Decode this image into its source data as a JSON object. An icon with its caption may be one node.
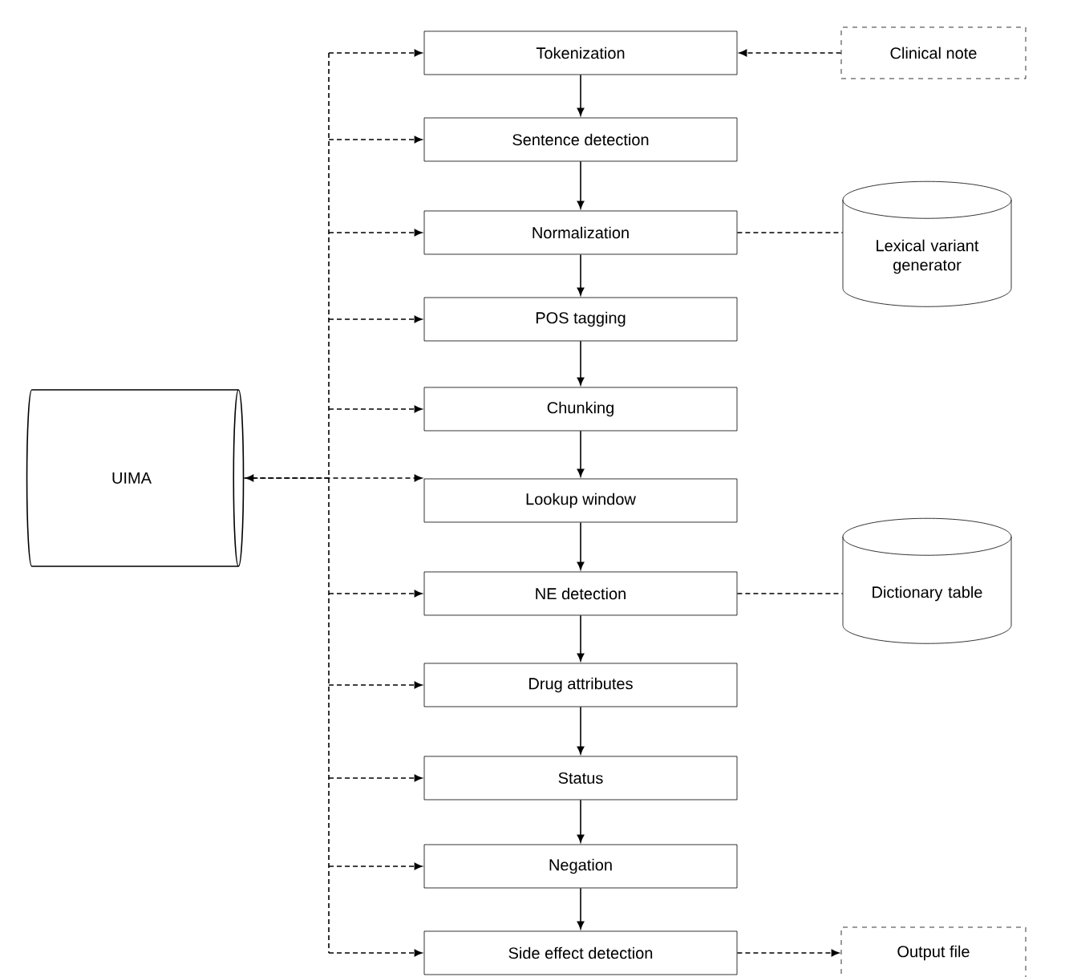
{
  "diagram": {
    "nodes": [
      {
        "text": [
          "UIMA"
        ]
      },
      {
        "text": [
          "Tokenization"
        ]
      },
      {
        "text": [
          "Sentence detection"
        ]
      },
      {
        "text": [
          "Normalization"
        ]
      },
      {
        "text": [
          "POS tagging"
        ]
      },
      {
        "text": [
          "Chunking"
        ]
      },
      {
        "text": [
          "Lookup window"
        ]
      },
      {
        "text": [
          "NE detection"
        ]
      },
      {
        "text": [
          "Drug attributes"
        ]
      },
      {
        "text": [
          "Status"
        ]
      },
      {
        "text": [
          "Negation"
        ]
      },
      {
        "text": [
          "Side effect detection"
        ]
      },
      {
        "text": [
          "Clinical note"
        ]
      },
      {
        "text": [
          "Lexical variant generator"
        ]
      },
      {
        "text": [
          "Dictionary table"
        ]
      },
      {
        "text": [
          "Output file"
        ]
      }
    ],
    "edges": [
      {
        "from": 1,
        "to": 2,
        "arrow": "to"
      },
      {
        "from": 2,
        "to": 3,
        "arrow": "to"
      },
      {
        "from": 3,
        "to": 4,
        "arrow": "to"
      },
      {
        "from": 4,
        "to": 5,
        "arrow": "to"
      },
      {
        "from": 5,
        "to": 6,
        "arrow": "to"
      },
      {
        "from": 6,
        "to": 7,
        "arrow": "to"
      },
      {
        "from": 7,
        "to": 8,
        "arrow": "to"
      },
      {
        "from": 8,
        "to": 9,
        "arrow": "to"
      },
      {
        "from": 9,
        "to": 10,
        "arrow": "to"
      },
      {
        "from": 10,
        "to": 11,
        "arrow": "to"
      },
      {
        "from": 12,
        "to": 1,
        "arrow": "to",
        "style": "dashed"
      },
      {
        "from": 3,
        "to": 13,
        "arrow": "none",
        "style": "dashed"
      },
      {
        "from": 7,
        "to": 14,
        "arrow": "none",
        "style": "dashed"
      },
      {
        "from": 11,
        "to": 15,
        "arrow": "to",
        "style": "dashed"
      },
      {
        "from": 0,
        "to": 1,
        "arrow": "to",
        "style": "dashed"
      },
      {
        "from": 0,
        "to": 2,
        "arrow": "to",
        "style": "dashed"
      },
      {
        "from": 0,
        "to": 3,
        "arrow": "to",
        "style": "dashed"
      },
      {
        "from": 0,
        "to": 4,
        "arrow": "to",
        "style": "dashed"
      },
      {
        "from": 0,
        "to": 5,
        "arrow": "to",
        "style": "dashed"
      },
      {
        "from": 0,
        "to": 6,
        "arrow": "both",
        "style": "dashed"
      },
      {
        "from": 0,
        "to": 7,
        "arrow": "to",
        "style": "dashed"
      },
      {
        "from": 0,
        "to": 8,
        "arrow": "to",
        "style": "dashed"
      },
      {
        "from": 0,
        "to": 9,
        "arrow": "to",
        "style": "dashed"
      },
      {
        "from": 0,
        "to": 10,
        "arrow": "to",
        "style": "dashed"
      },
      {
        "from": 0,
        "to": 11,
        "arrow": "to",
        "style": "dashed"
      }
    ]
  }
}
